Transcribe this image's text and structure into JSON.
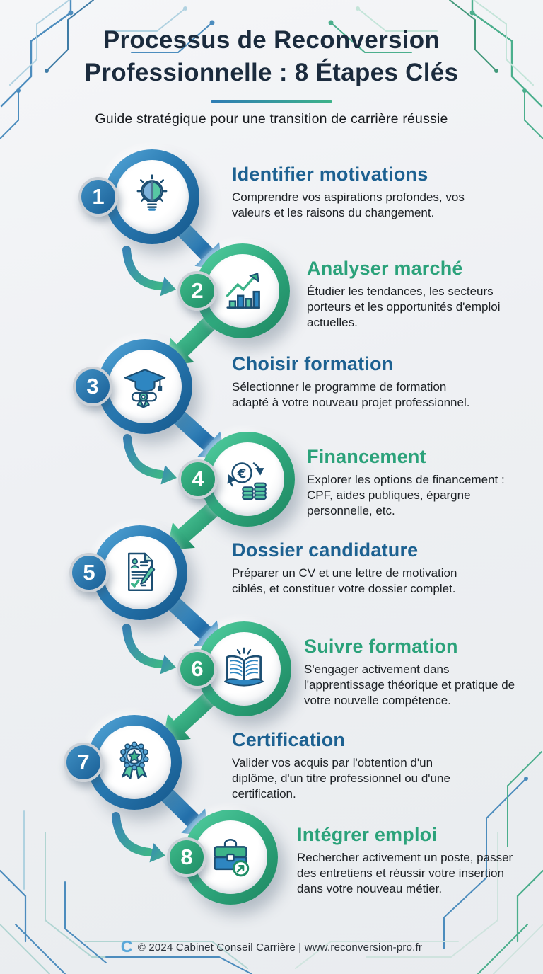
{
  "header": {
    "title_line1": "Processus de Reconversion",
    "title_line2": "Professionnelle : 8 Étapes Clés",
    "subtitle": "Guide stratégique pour une transition de carrière réussie"
  },
  "steps": [
    {
      "number": "1",
      "title": "Identifier motivations",
      "description": "Comprendre vos aspirations profondes, vos valeurs et les raisons du changement.",
      "color": "blue",
      "icon": "lightbulb-brain-icon"
    },
    {
      "number": "2",
      "title": "Analyser marché",
      "description": "Étudier les tendances, les secteurs porteurs et les opportunités d'emploi actuelles.",
      "color": "green",
      "icon": "growth-chart-icon"
    },
    {
      "number": "3",
      "title": "Choisir formation",
      "description": "Sélectionner le programme de formation adapté à votre nouveau projet professionnel.",
      "color": "blue",
      "icon": "graduation-cap-icon"
    },
    {
      "number": "4",
      "title": "Financement",
      "description": "Explorer les options de financement : CPF, aides publiques, épargne personnelle, etc.",
      "color": "green",
      "icon": "euro-coins-icon"
    },
    {
      "number": "5",
      "title": "Dossier candidature",
      "description": "Préparer un CV et une lettre de motivation ciblés, et constituer votre dossier complet.",
      "color": "blue",
      "icon": "cv-document-icon"
    },
    {
      "number": "6",
      "title": "Suivre formation",
      "description": "S'engager activement dans l'apprentissage théorique et pratique de votre nouvelle compétence.",
      "color": "green",
      "icon": "open-book-icon"
    },
    {
      "number": "7",
      "title": "Certification",
      "description": "Valider vos acquis par l'obtention d'un diplôme, d'un titre professionnel ou d'une certification.",
      "color": "blue",
      "icon": "medal-icon"
    },
    {
      "number": "8",
      "title": "Intégrer emploi",
      "description": "Rechercher activement un poste, passer des entretiens et réussir votre insertion dans votre nouveau métier.",
      "color": "green",
      "icon": "briefcase-icon"
    }
  ],
  "footer": {
    "logo": "C",
    "text": "© 2024 Cabinet Conseil Carrière | www.reconversion-pro.fr"
  },
  "palette": {
    "blue": "#2979b1",
    "blue_dark": "#14568a",
    "blue_light": "#57a9da",
    "green": "#2fa87d",
    "green_dark": "#1d8560",
    "green_light": "#55d1a2",
    "title_blue": "#1d6191",
    "title_green": "#2ba27a",
    "heading_navy": "#1b2b3d",
    "body_text": "#1c2024",
    "background": "#eef0f3"
  }
}
